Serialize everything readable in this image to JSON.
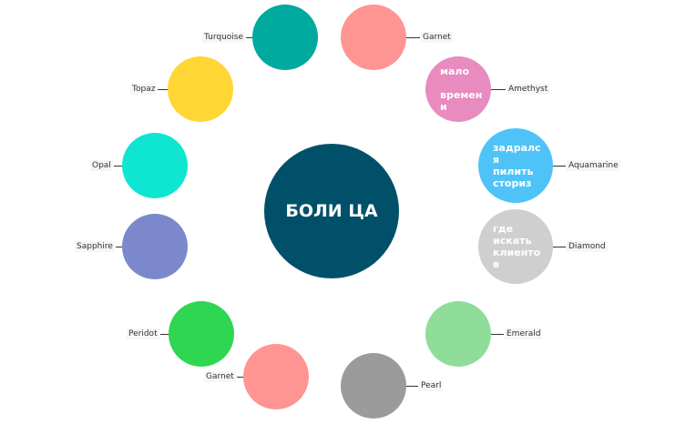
{
  "center": {
    "label": "БОЛИ ЦА",
    "color": "#00506a"
  },
  "nodes": [
    {
      "id": "turquoise",
      "label": "Turquoise",
      "text": "",
      "color": "#00a99d"
    },
    {
      "id": "garnet-top",
      "label": "Garnet",
      "text": "",
      "color": "#ff9592"
    },
    {
      "id": "topaz",
      "label": "Topaz",
      "text": "",
      "color": "#ffd633"
    },
    {
      "id": "amethyst",
      "label": "Amethyst",
      "text": "мало\n\nвремени",
      "color": "#e88bbf"
    },
    {
      "id": "opal",
      "label": "Opal",
      "text": "",
      "color": "#0ee6d2"
    },
    {
      "id": "aquamarine",
      "label": "Aquamarine",
      "text": "задралс\nя\nпилить\nсториз",
      "color": "#4fc3f7"
    },
    {
      "id": "sapphire",
      "label": "Sapphire",
      "text": "",
      "color": "#7b88cc"
    },
    {
      "id": "diamond",
      "label": "Diamond",
      "text": "где\nискать\nклиенто\nв",
      "color": "#cfcfcf"
    },
    {
      "id": "peridot",
      "label": "Peridot",
      "text": "",
      "color": "#2ed651"
    },
    {
      "id": "emerald",
      "label": "Emerald",
      "text": "",
      "color": "#8fdd98"
    },
    {
      "id": "garnet-bottom",
      "label": "Garnet",
      "text": "",
      "color": "#ff9592"
    },
    {
      "id": "pearl",
      "label": "Pearl",
      "text": "",
      "color": "#9b9b9b"
    }
  ]
}
